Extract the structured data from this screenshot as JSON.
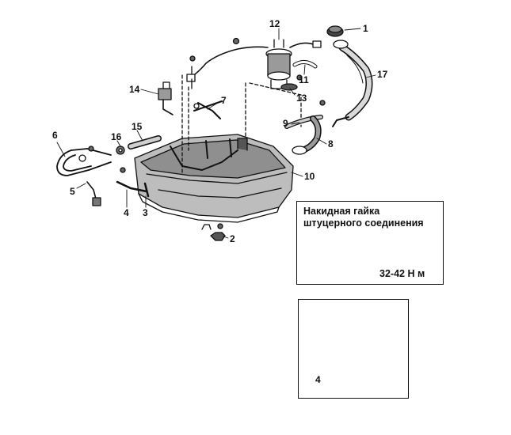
{
  "callouts": {
    "c1": "1",
    "c2": "2",
    "c3": "3",
    "c4": "4",
    "c5": "5",
    "c6": "6",
    "c7": "7",
    "c8": "8",
    "c9": "9",
    "c10": "10",
    "c11": "11",
    "c12": "12",
    "c13": "13",
    "c14": "14",
    "c15": "15",
    "c16": "16",
    "c17": "17"
  },
  "inset_top": {
    "title_line1": "Накидная гайка",
    "title_line2": "штуцерного соединения",
    "torque": "32-42 Н м"
  },
  "inset_bottom": {
    "callout": "4"
  }
}
